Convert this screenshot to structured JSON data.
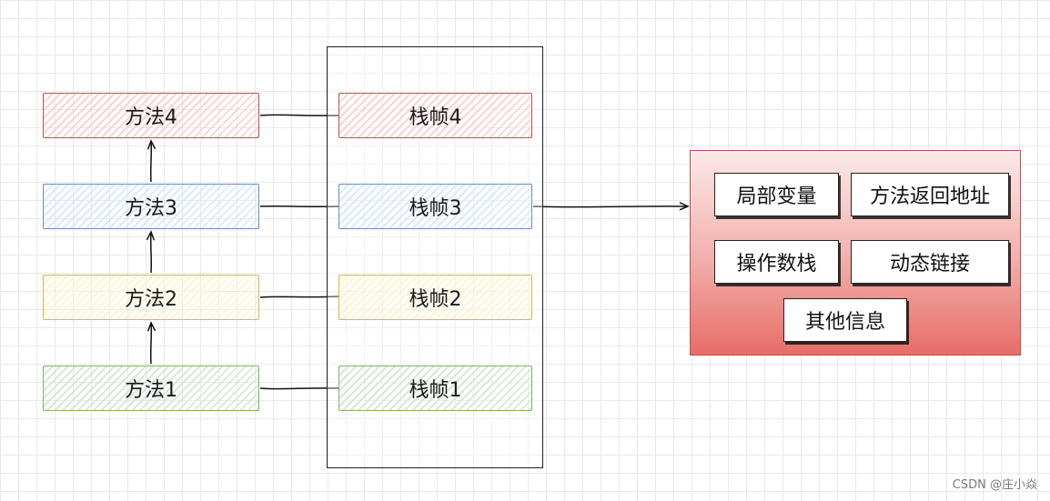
{
  "methods": [
    {
      "label": "方法4",
      "color": "red"
    },
    {
      "label": "方法3",
      "color": "blue"
    },
    {
      "label": "方法2",
      "color": "yellow"
    },
    {
      "label": "方法1",
      "color": "green"
    }
  ],
  "frames": [
    {
      "label": "栈帧4",
      "color": "red"
    },
    {
      "label": "栈帧3",
      "color": "blue"
    },
    {
      "label": "栈帧2",
      "color": "yellow"
    },
    {
      "label": "栈帧1",
      "color": "green"
    }
  ],
  "frame_details": {
    "items": [
      "局部变量",
      "方法返回地址",
      "操作数栈",
      "动态链接",
      "其他信息"
    ]
  },
  "colors": {
    "red_stroke": "#b85450",
    "blue_stroke": "#6c8ebf",
    "yellow_stroke": "#d6b656",
    "green_stroke": "#82b366",
    "line": "#111111"
  },
  "watermark": "CSDN @庄小焱"
}
